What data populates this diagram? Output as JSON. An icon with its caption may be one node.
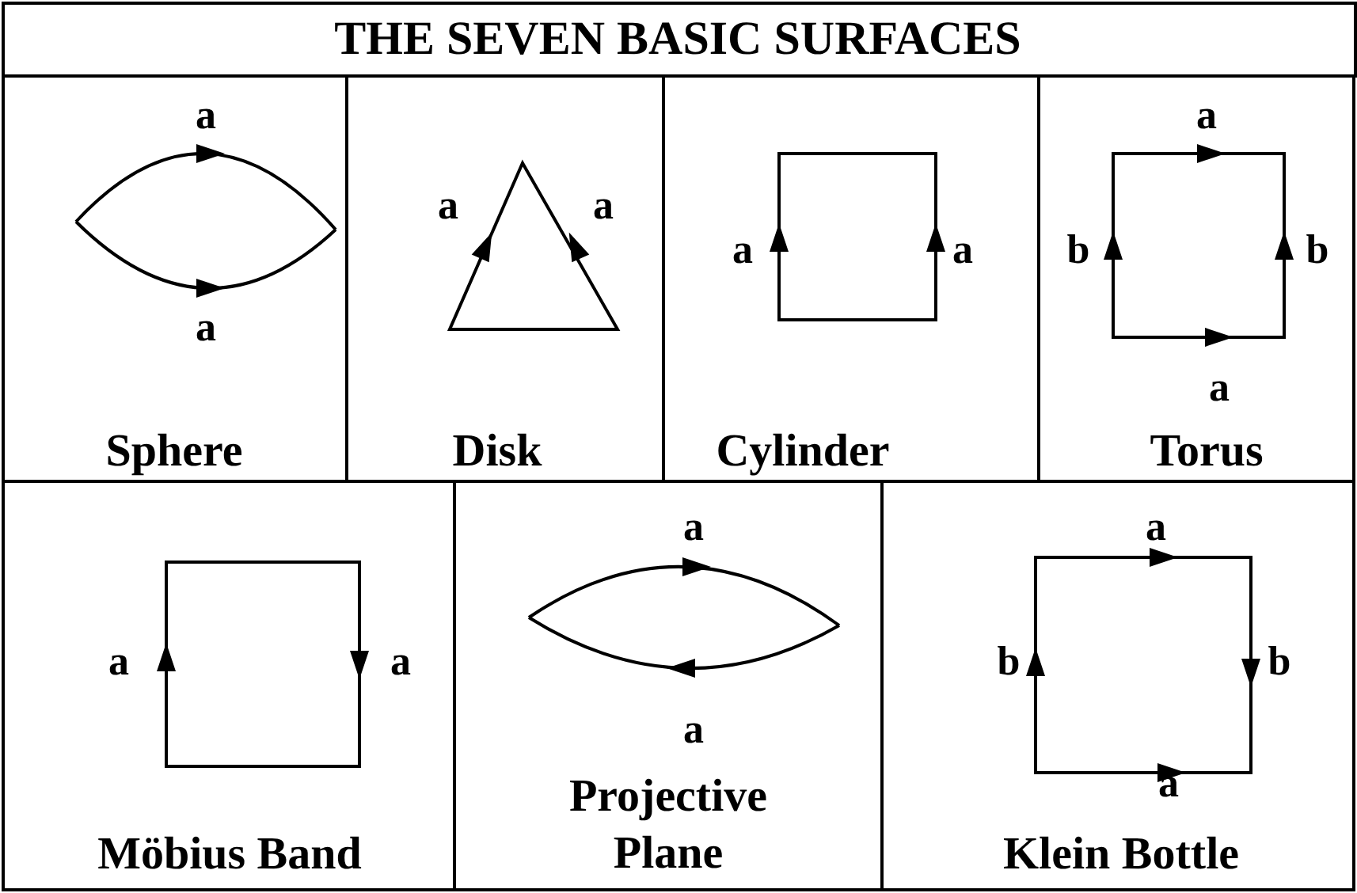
{
  "diagram": {
    "title": "THE SEVEN BASIC SURFACES",
    "nodes": [
      {
        "text": [
          "a",
          "a",
          "Sphere"
        ]
      },
      {
        "text": [
          "a",
          "a",
          "Disk"
        ]
      },
      {
        "text": [
          "a",
          "a",
          "Cylinder"
        ]
      },
      {
        "text": [
          "a",
          "b",
          "b",
          "a",
          "Torus"
        ]
      },
      {
        "text": [
          "a",
          "a",
          "Möbius Band"
        ]
      },
      {
        "text": [
          "a",
          "a",
          "Projective Plane"
        ]
      },
      {
        "text": [
          "a",
          "b",
          "b",
          "a",
          "Klein Bottle"
        ]
      }
    ]
  }
}
